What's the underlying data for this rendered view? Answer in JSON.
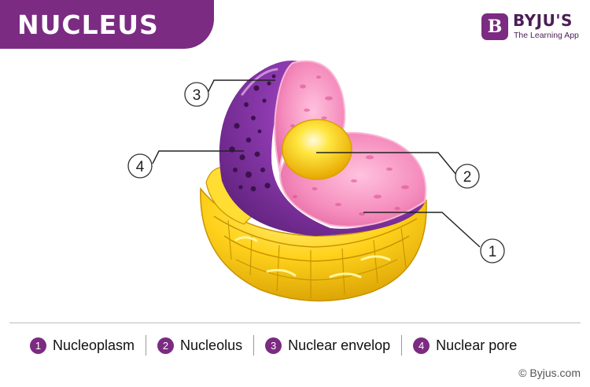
{
  "header": {
    "title": "NUCLEUS"
  },
  "logo": {
    "badge_letter": "B",
    "name": "BYJU'S",
    "tagline": "The Learning App"
  },
  "diagram": {
    "callouts": [
      {
        "number": "1",
        "part": "Nucleoplasm"
      },
      {
        "number": "2",
        "part": "Nucleolus"
      },
      {
        "number": "3",
        "part": "Nuclear envelop"
      },
      {
        "number": "4",
        "part": "Nuclear pore"
      }
    ]
  },
  "legend": [
    {
      "number": "1",
      "label": "Nucleoplasm"
    },
    {
      "number": "2",
      "label": "Nucleolus"
    },
    {
      "number": "3",
      "label": "Nuclear envelop"
    },
    {
      "number": "4",
      "label": "Nuclear pore"
    }
  ],
  "footer": {
    "copyright": "© Byjus.com"
  },
  "colors": {
    "brand_purple": "#7b2b82",
    "nucleoplasm_pink": "#f07ab0",
    "nucleolus_yellow": "#ffd31a",
    "envelope_purple": "#8a3aa8",
    "er_yellow": "#f2c200"
  }
}
